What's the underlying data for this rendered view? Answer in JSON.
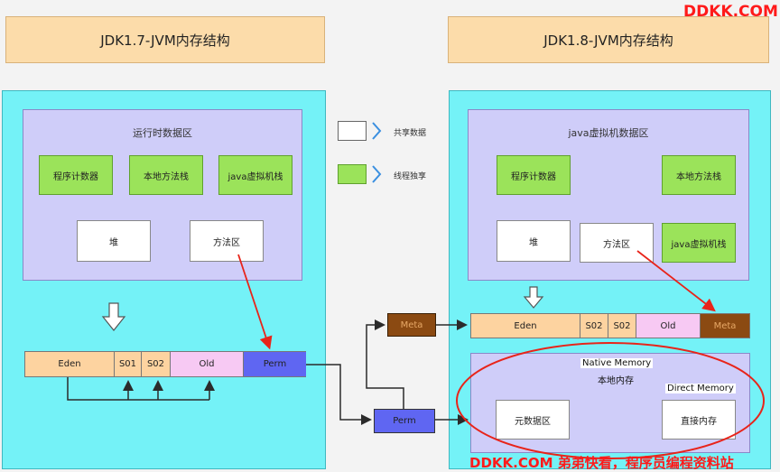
{
  "watermark_top": "DDKK.COM",
  "watermark_bottom": "DDKK.COM 弟弟快看，程序员编程资料站",
  "legend": {
    "shared_label": "共享数据",
    "private_label": "线程独享"
  },
  "left": {
    "title": "JDK1.7-JVM内存结构",
    "runtime_area": "运行时数据区",
    "pc_register": "程序计数器",
    "native_stack": "本地方法栈",
    "java_stack": "java虚拟机栈",
    "heap": "堆",
    "method_area": "方法区",
    "eden": "Eden",
    "s01": "S01",
    "s02": "S02",
    "old": "Old",
    "perm": "Perm"
  },
  "right": {
    "title": "JDK1.8-JVM内存结构",
    "vm_area": "java虚拟机数据区",
    "pc_register": "程序计数器",
    "native_stack": "本地方法栈",
    "java_stack": "java虚拟机栈",
    "heap": "堆",
    "method_area": "方法区",
    "eden": "Eden",
    "s02a": "S02",
    "s02b": "S02",
    "old": "Old",
    "meta": "Meta",
    "native_memory_en": "Native Memory",
    "native_memory_cn": "本地内存",
    "metaspace": "元数据区",
    "direct_memory_en": "Direct Memory",
    "direct_memory_cn": "直接内存"
  },
  "middle": {
    "meta": "Meta",
    "perm": "Perm"
  },
  "colors": {
    "title_bg": "#fcdcaa",
    "panel_cyan": "#74f2f7",
    "panel_lavender": "#cfcdf9",
    "thread_private_green": "#9be35a",
    "young_orange": "#fdd3a0",
    "old_pink": "#f7c9f3",
    "perm_blue": "#5f66f2",
    "meta_brown": "#8b4a12",
    "arrow_red": "#e8241a"
  }
}
